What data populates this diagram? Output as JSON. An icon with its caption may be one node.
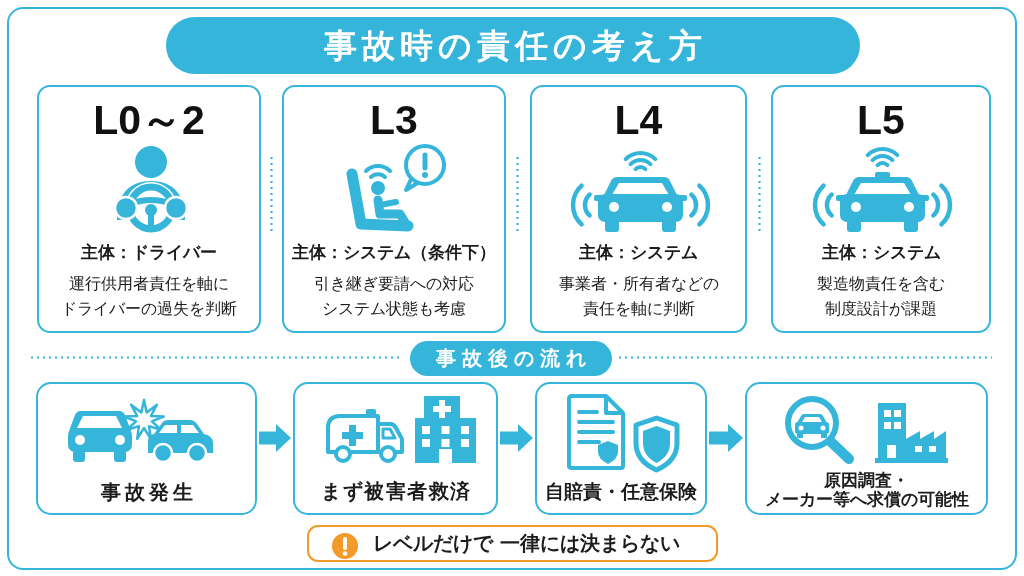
{
  "diagram": {
    "title": "事故時の責任の考え方",
    "nodes": [
      {
        "text": [
          "L0～2",
          "主体：ドライバー",
          "運行供用者責任を軸にドライバーの過失を判断"
        ]
      },
      {
        "text": [
          "L3",
          "主体：システム（条件下）",
          "引き継ぎ要請への対応システム状態も考慮"
        ]
      },
      {
        "text": [
          "L4",
          "主体：システム",
          "事業者・所有者などの責任を軸に判断"
        ]
      },
      {
        "text": [
          "L5",
          "主体：システム",
          "製造物責任を含む制度設計が課題"
        ]
      },
      {
        "text": [
          "事故後の流れ"
        ]
      },
      {
        "text": [
          "事故発生"
        ]
      },
      {
        "text": [
          "まず被害者救済"
        ]
      },
      {
        "text": [
          "自賠責・任意保険"
        ]
      },
      {
        "text": [
          "原因調査・メーカー等へ求償の可能性"
        ]
      },
      {
        "text": [
          "レベルだけで 一律には決まらない"
        ]
      }
    ],
    "edges": [
      {
        "from": 5,
        "to": 6,
        "arrow": "to"
      },
      {
        "from": 6,
        "to": 7,
        "arrow": "to"
      },
      {
        "from": 7,
        "to": 8,
        "arrow": "to"
      }
    ]
  }
}
